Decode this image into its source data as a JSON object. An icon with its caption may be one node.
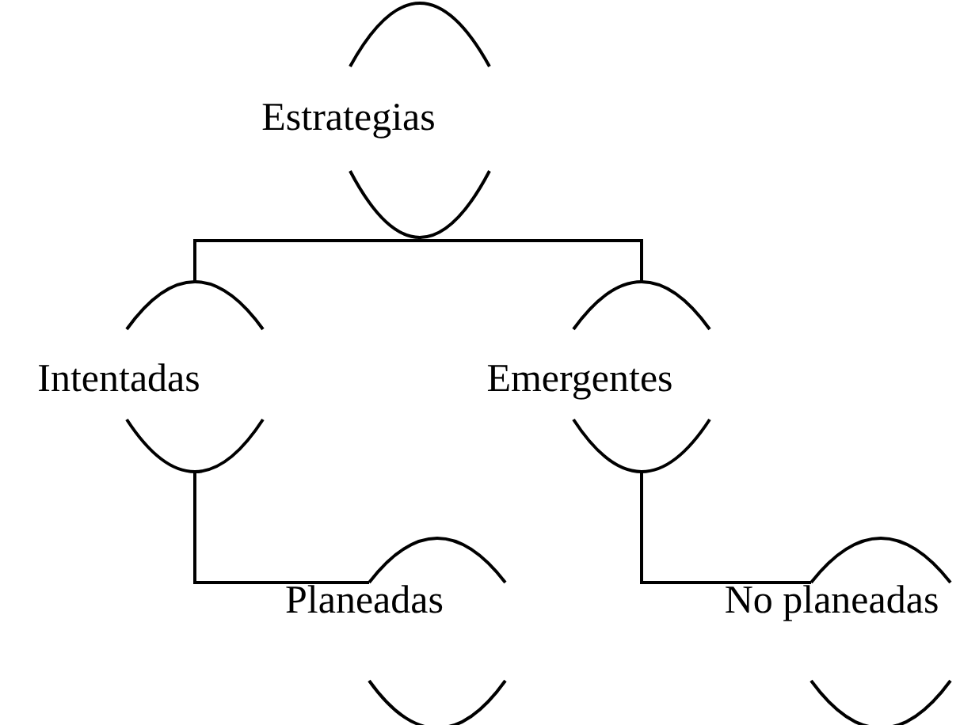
{
  "diagram": {
    "nodes": [
      {
        "text": [
          "Estrategias"
        ]
      },
      {
        "text": [
          "Intentadas"
        ]
      },
      {
        "text": [
          "Emergentes"
        ]
      },
      {
        "text": [
          "Planeadas"
        ]
      },
      {
        "text": [
          "No planeadas"
        ]
      }
    ],
    "edges": [
      {
        "from": 0,
        "to": 1,
        "arrow": "none"
      },
      {
        "from": 0,
        "to": 2,
        "arrow": "none"
      },
      {
        "from": 1,
        "to": 3,
        "arrow": "none"
      },
      {
        "from": 2,
        "to": 4,
        "arrow": "none"
      }
    ]
  }
}
